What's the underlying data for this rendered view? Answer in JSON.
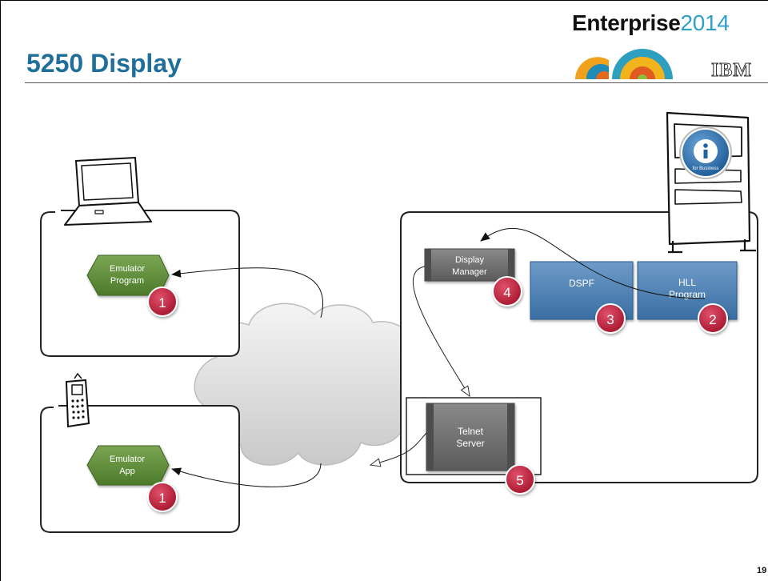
{
  "slide": {
    "title": "5250 Display",
    "brand_bold": "Enterprise",
    "brand_year": "2014",
    "ibm_logo": "IBM",
    "page_number": "19"
  },
  "diagram": {
    "laptop_client": {
      "node_line1": "Emulator",
      "node_line2": "Program",
      "badge": "1"
    },
    "mobile_client": {
      "node_line1": "Emulator",
      "node_line2": "App",
      "badge": "1"
    },
    "server": {
      "display_manager_line1": "Display",
      "display_manager_line2": "Manager",
      "display_manager_badge": "4",
      "dspf_label": "DSPF",
      "dspf_badge": "3",
      "hll_line1": "HLL",
      "hll_line2": "Program",
      "hll_badge": "2",
      "telnet_line1": "Telnet",
      "telnet_line2": "Server",
      "telnet_badge": "5",
      "logo_text": "for Business"
    }
  },
  "colors": {
    "title": "#1f6f9a",
    "emulator_green": "#5b8a36",
    "badge_red": "#c4223a",
    "box_blue": "#4a7fb2",
    "manager_gray": "#6f6f6f"
  }
}
